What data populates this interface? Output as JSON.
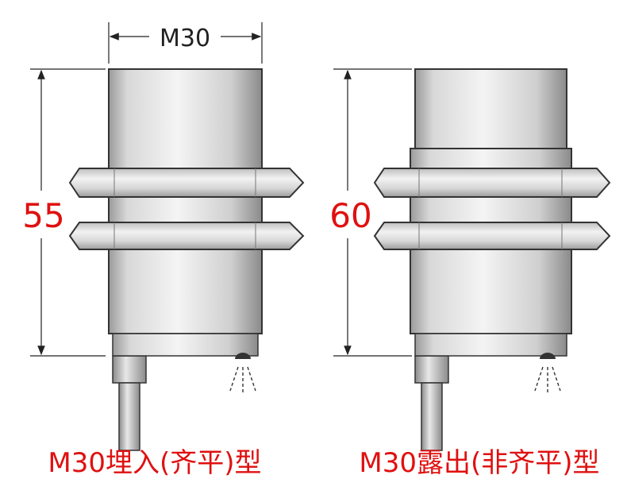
{
  "top_dimension": "M30",
  "flush": {
    "length_value": "55",
    "caption": "M30埋入(齐平)型"
  },
  "nonflush": {
    "length_value": "60",
    "caption": "M30露出(非齐平)型"
  },
  "colors": {
    "label_red": "#e01010",
    "outline": "#333333",
    "dimension_line": "#222222"
  }
}
